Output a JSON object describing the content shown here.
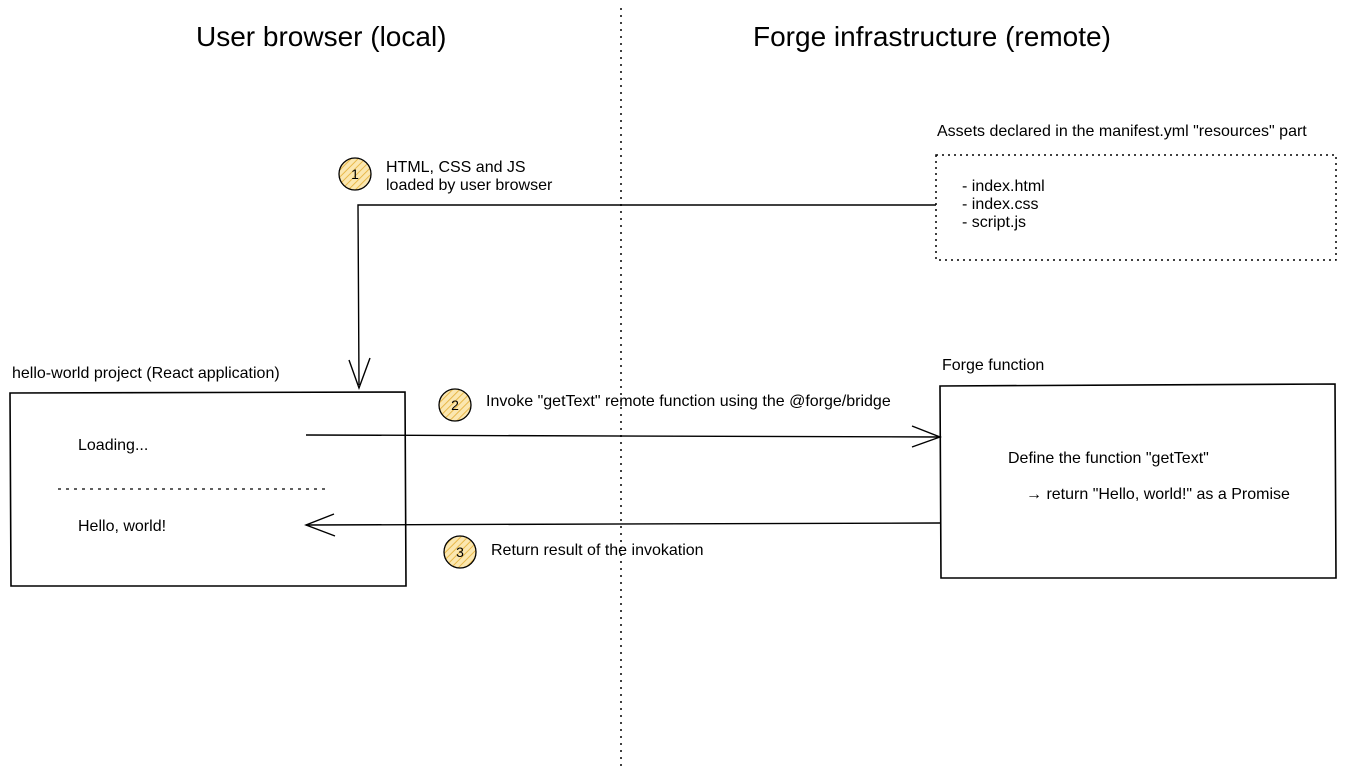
{
  "headings": {
    "local": "User browser (local)",
    "remote": "Forge infrastructure (remote)"
  },
  "assets": {
    "caption": "Assets declared in the manifest.yml \"resources\" part",
    "items": [
      "- index.html",
      "- index.css",
      "- script.js"
    ]
  },
  "app_box": {
    "caption": "hello-world project (React application)",
    "loading_text": "Loading...",
    "result_text": "Hello, world!"
  },
  "function_box": {
    "caption": "Forge function",
    "define_text": "Define the function \"getText\"",
    "return_text": "→ return \"Hello, world!\" as a Promise"
  },
  "steps": [
    {
      "number": "1",
      "line1": "HTML, CSS and JS",
      "line2": "loaded by user browser"
    },
    {
      "number": "2",
      "label": "Invoke \"getText\" remote function using the @forge/bridge"
    },
    {
      "number": "3",
      "label": "Return result of the invokation"
    }
  ],
  "colors": {
    "badge_fill": "#f5d98a",
    "badge_hatch": "#e8b84a",
    "stroke": "#000000"
  }
}
